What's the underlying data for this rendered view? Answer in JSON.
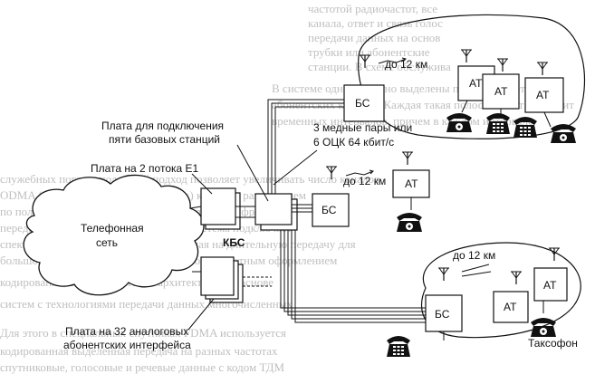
{
  "diagram": {
    "labels": {
      "board_five_bs_line1": "Плата для подключения",
      "board_five_bs_line2": "пяти базовых станций",
      "board_e1": "Плата на 2 потока E1",
      "board_analog_line1": "Плата на 32 аналоговых",
      "board_analog_line2": "абонентских интерфейса",
      "copper_line1": "3 медные пары или",
      "copper_line2": "6 ОЦК 64 кбит/с",
      "phone_network_line1": "Телефонная",
      "phone_network_line2": "сеть",
      "kbs": "КБС",
      "bs": "БС",
      "at": "АТ",
      "range": "до 12 км",
      "payphone": "Таксофон"
    }
  }
}
